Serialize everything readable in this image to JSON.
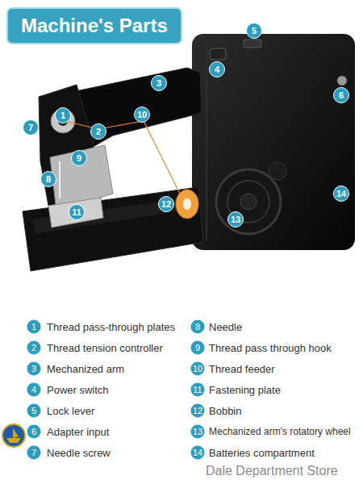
{
  "diagram": {
    "title": "Machine's Parts",
    "labels": [
      "1",
      "2",
      "3",
      "4",
      "5",
      "6",
      "7",
      "8",
      "9",
      "10",
      "11",
      "12",
      "13",
      "14",
      "1",
      "Thread pass-through plates",
      "2",
      "Thread tension controller",
      "3",
      "Mechanized arm",
      "4",
      "Power switch",
      "5",
      "Lock lever",
      "6",
      "Adapter input",
      "7",
      "Needle screw",
      "8",
      "Needle",
      "9",
      "Thread pass through hook",
      "10",
      "Thread feeder",
      "11",
      "Fastening plate",
      "12",
      "Bobbin",
      "13",
      "Mechanized arm's rotatory wheel",
      "14",
      "Batteries compartment",
      "Dale Department Store"
    ]
  }
}
